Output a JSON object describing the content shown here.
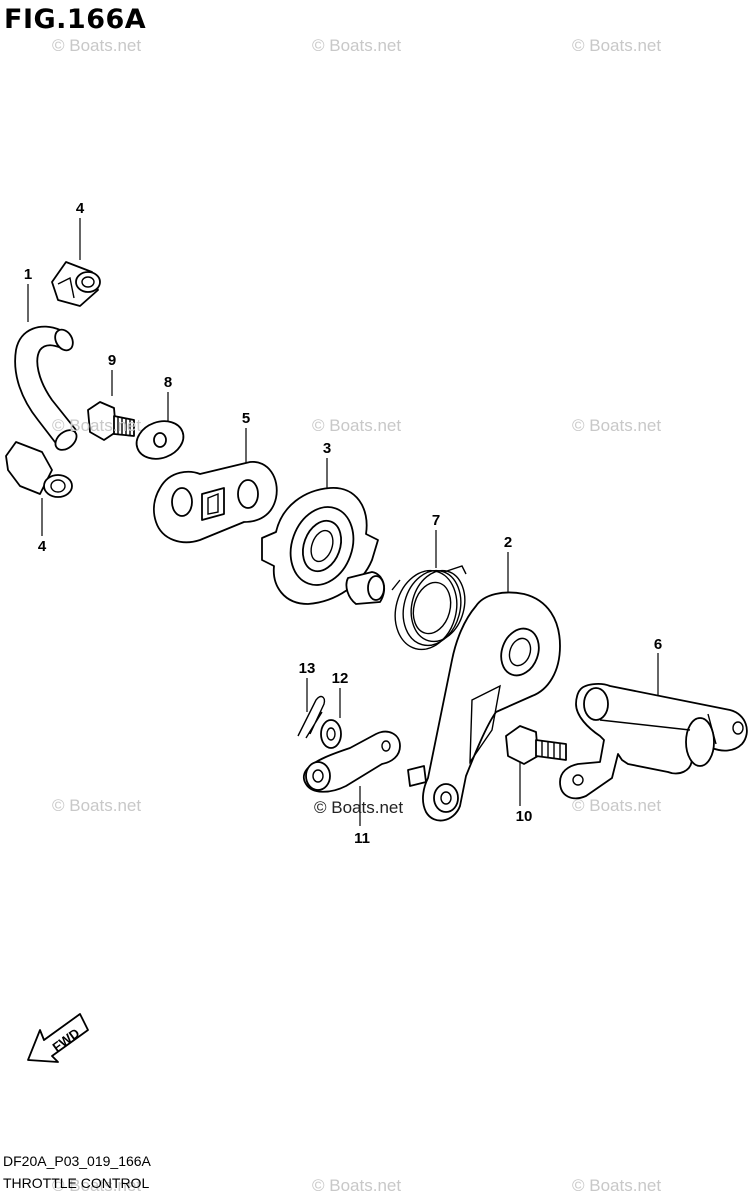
{
  "figure_title": "FIG.166A",
  "watermark_text": "© Boats.net",
  "diagram_code": "DF20A_P03_019_166A",
  "diagram_caption": "THROTTLE CONTROL",
  "fwd_label": "FWD",
  "callouts": {
    "part_1": "1",
    "part_2": "2",
    "part_3": "3",
    "part_4_top": "4",
    "part_4_bottom": "4",
    "part_5": "5",
    "part_6": "6",
    "part_7": "7",
    "part_8": "8",
    "part_9": "9",
    "part_10": "10",
    "part_11": "11",
    "part_12": "12",
    "part_13": "13"
  }
}
